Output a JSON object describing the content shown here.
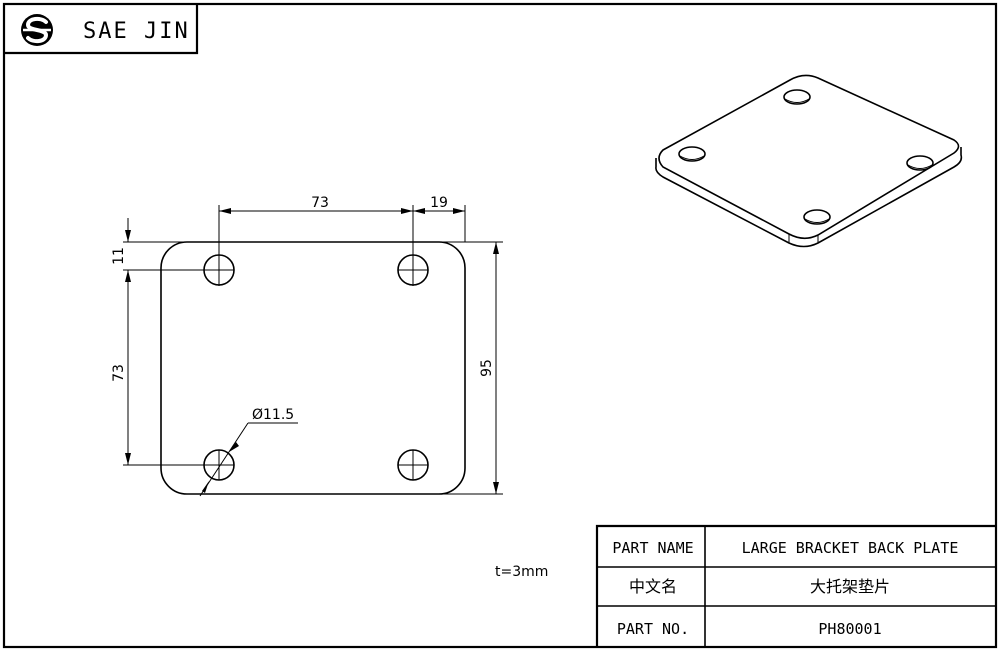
{
  "logo": {
    "name": "SAE JIN",
    "icon": "sj-emblem-icon"
  },
  "drawing": {
    "dim_top_pitch": "73",
    "dim_top_edge": "19",
    "dim_left_edge": "11",
    "dim_left_pitch": "73",
    "dim_right_height": "95",
    "dim_hole_dia": "Ø11.5"
  },
  "note": {
    "thickness": "t=3mm"
  },
  "title_block": {
    "rows": [
      {
        "label": "PART NAME",
        "value": "LARGE BRACKET BACK PLATE"
      },
      {
        "label": "中文名",
        "value": "大托架垫片"
      },
      {
        "label": "PART NO.",
        "value": "PH80001"
      }
    ]
  }
}
